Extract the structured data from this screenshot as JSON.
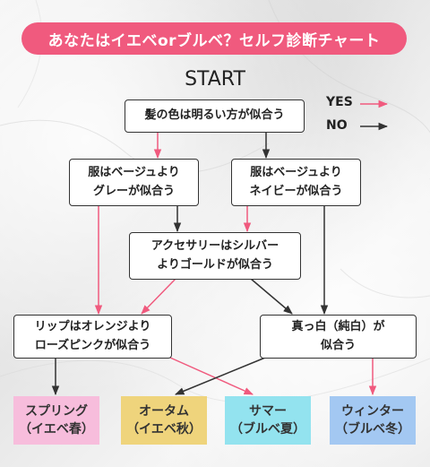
{
  "title": "あなたはイエベorブルベ？セルフ診断チャート",
  "start_label": "START",
  "legend": {
    "yes_label": "YES",
    "no_label": "NO",
    "yes_color": "#f05a7e",
    "no_color": "#333333"
  },
  "nodes": {
    "q1": "髪の色は明るい方が似合う",
    "q2": "服はベージュより\nグレーが似合う",
    "q3": "服はベージュより\nネイビーが似合う",
    "q4": "アクセサリーはシルバー\nよりゴールドが似合う",
    "q5": "リップはオレンジより\nローズピンクが似合う",
    "q6": "真っ白（純白）が\n似合う"
  },
  "results": {
    "spring": {
      "label": "スプリング\n（イエベ春）",
      "color": "#f7bddc"
    },
    "autumn": {
      "label": "オータム\n（イエベ秋）",
      "color": "#efd47c"
    },
    "summer": {
      "label": "サマー\n（ブルベ夏）",
      "color": "#93e3ef"
    },
    "winter": {
      "label": "ウィンター\n（ブルベ冬）",
      "color": "#a3c8f2"
    }
  }
}
